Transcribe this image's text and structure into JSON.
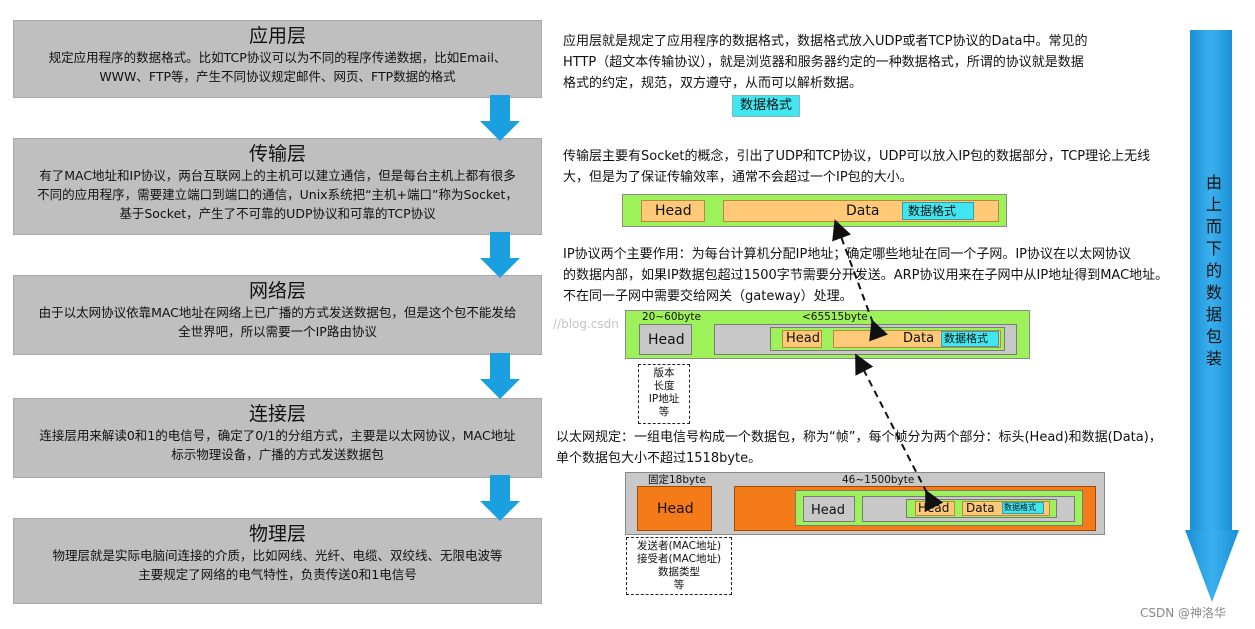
{
  "layers": [
    {
      "title": "应用层",
      "lines": [
        "规定应用程序的数据格式。比如TCP协议可以为不同的程序传递数据，比如Email、",
        "WWW、FTP等，产生不同协议规定邮件、网页、FTP数据的格式"
      ]
    },
    {
      "title": "传输层",
      "lines": [
        "有了MAC地址和IP协议，两台互联网上的主机可以建立通信，但是每台主机上都有很多",
        "不同的应用程序，需要建立端口到端口的通信，Unix系统把“主机+端口”称为Socket，",
        "基于Socket，产生了不可靠的UDP协议和可靠的TCP协议"
      ]
    },
    {
      "title": "网络层",
      "lines": [
        "由于以太网协议依靠MAC地址在网络上已广播的方式发送数据包，但是这个包不能发给",
        "全世界吧，所以需要一个IP路由协议"
      ]
    },
    {
      "title": "连接层",
      "lines": [
        "连接层用来解读0和1的电信号，确定了0/1的分组方式，主要是以太网协议，MAC地址",
        "标示物理设备，广播的方式发送数据包"
      ]
    },
    {
      "title": "物理层",
      "lines": [
        "物理层就是实际电脑间连接的介质，比如网线、光纤、电缆、双绞线、无限电波等",
        "主要规定了网络的电气特性，负责传送0和1电信号"
      ]
    }
  ],
  "notes": {
    "app": [
      "应用层就是规定了应用程序的数据格式，数据格式放入UDP或者TCP协议的Data中。常见的",
      "HTTP（超文本传输协议），就是浏览器和服务器约定的一种数据格式，所谓的协议就是数据",
      "格式的约定，规范，双方遵守，从而可以解析数据。"
    ],
    "transport": [
      "传输层主要有Socket的概念，引出了UDP和TCP协议，UDP可以放入IP包的数据部分，TCP理论上无线",
      "大，但是为了保证传输效率，通常不会超过一个IP包的大小。"
    ],
    "network": [
      "IP协议两个主要作用：为每台计算机分配IP地址；确定哪些地址在同一个子网。IP协议在以太网协议",
      "的数据内部，如果IP数据包超过1500字节需要分开发送。ARP协议用来在子网中从IP地址得到MAC地址。",
      "不在同一子网中需要交给网关（gateway）处理。"
    ],
    "link": [
      "以太网规定：一组电信号构成一个数据包，称为“帧”，每个帧分为两个部分：标头(Head)和数据(Data)，",
      "单个数据包大小不超过1518byte。"
    ]
  },
  "packets": {
    "data_format": "数据格式",
    "head": "Head",
    "data": "Data",
    "ip_head_size": "20~60byte",
    "ip_data_size": "<65515byte",
    "eth_head_size": "固定18byte",
    "eth_data_size": "46~1500byte",
    "ip_head_fields": [
      "版本",
      "长度",
      "IP地址",
      "等"
    ],
    "eth_head_fields": [
      "发送者(MAC地址)",
      "接受者(MAC地址)",
      "数据类型",
      "等"
    ]
  },
  "side_label": "由上而下的数据包装",
  "watermark": "CSDN @神洛华",
  "bg_url_fragment": "//blog.csdn",
  "colors": {
    "layer_fill": "#bfbfbf",
    "arrow_blue": "#1a9fe0",
    "cyan": "#40e6f0",
    "lime": "#9df25a",
    "orange": "#ffc978",
    "dark_orange": "#f57a18",
    "gray": "#c8c8c8"
  }
}
